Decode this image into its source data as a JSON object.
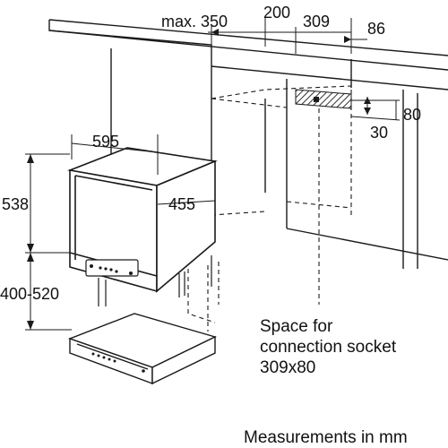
{
  "dimensions": {
    "max_label": "max. 350",
    "d200": "200",
    "d309": "309",
    "d86": "86",
    "d80": "80",
    "d30": "30",
    "width_595": "595",
    "depth_455": "455",
    "height_538": "538",
    "niche_height": "400-520"
  },
  "annotation": {
    "socket_line1": "Space for",
    "socket_line2": "connection socket",
    "socket_line3": "309x80"
  },
  "footer": {
    "units": "Measurements in mm"
  },
  "colors": {
    "line": "#1a1a1a",
    "hatch": "#444444",
    "background": "#ffffff"
  }
}
